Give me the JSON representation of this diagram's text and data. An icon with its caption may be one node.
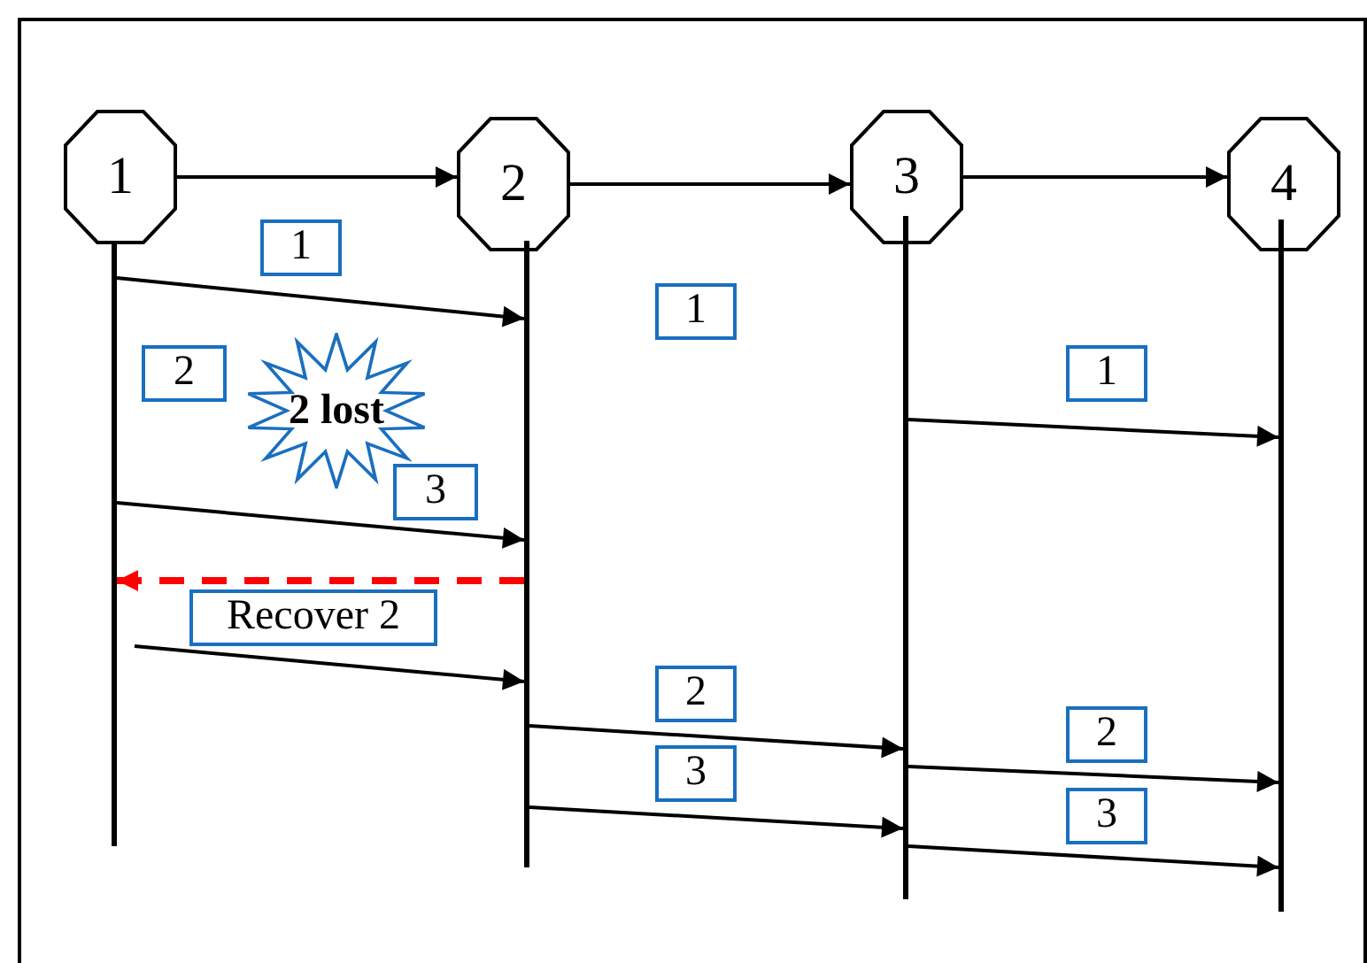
{
  "diagram": {
    "nodes": [
      {
        "text": [
          "1"
        ]
      },
      {
        "text": [
          "2"
        ]
      },
      {
        "text": [
          "3"
        ]
      },
      {
        "text": [
          "4"
        ]
      },
      {
        "text": [],
        "shape": "bar"
      },
      {
        "text": [],
        "shape": "bar"
      },
      {
        "text": [],
        "shape": "bar"
      },
      {
        "text": [],
        "shape": "bar"
      },
      {
        "text": [
          "1"
        ]
      },
      {
        "text": [
          "1"
        ]
      },
      {
        "text": [
          "2"
        ]
      },
      {
        "text": [
          "1"
        ]
      },
      {
        "text": [
          "2 lost"
        ]
      },
      {
        "text": [
          "3"
        ]
      },
      {
        "text": [
          "Recover 2"
        ]
      },
      {
        "text": [
          "2"
        ]
      },
      {
        "text": [
          "2"
        ]
      },
      {
        "text": [
          "3"
        ]
      },
      {
        "text": [
          "3"
        ]
      }
    ],
    "edges": [
      {
        "from": 0,
        "to": 1,
        "arrow": "to"
      },
      {
        "from": 1,
        "to": 2,
        "arrow": "to"
      },
      {
        "from": 2,
        "to": 3,
        "arrow": "to"
      },
      {
        "from": 4,
        "to": 5,
        "arrow": "to"
      },
      {
        "from": 6,
        "to": 7,
        "arrow": "to"
      },
      {
        "from": 4,
        "to": 5,
        "arrow": "to"
      },
      {
        "from": 5,
        "to": 4,
        "arrow": "to",
        "style": "dashed",
        "color": "#ff0000"
      },
      {
        "from": 4,
        "to": 5,
        "arrow": "to"
      },
      {
        "from": 5,
        "to": 6,
        "arrow": "to"
      },
      {
        "from": 6,
        "to": 7,
        "arrow": "to"
      },
      {
        "from": 5,
        "to": 6,
        "arrow": "to"
      },
      {
        "from": 6,
        "to": 7,
        "arrow": "to"
      }
    ]
  }
}
